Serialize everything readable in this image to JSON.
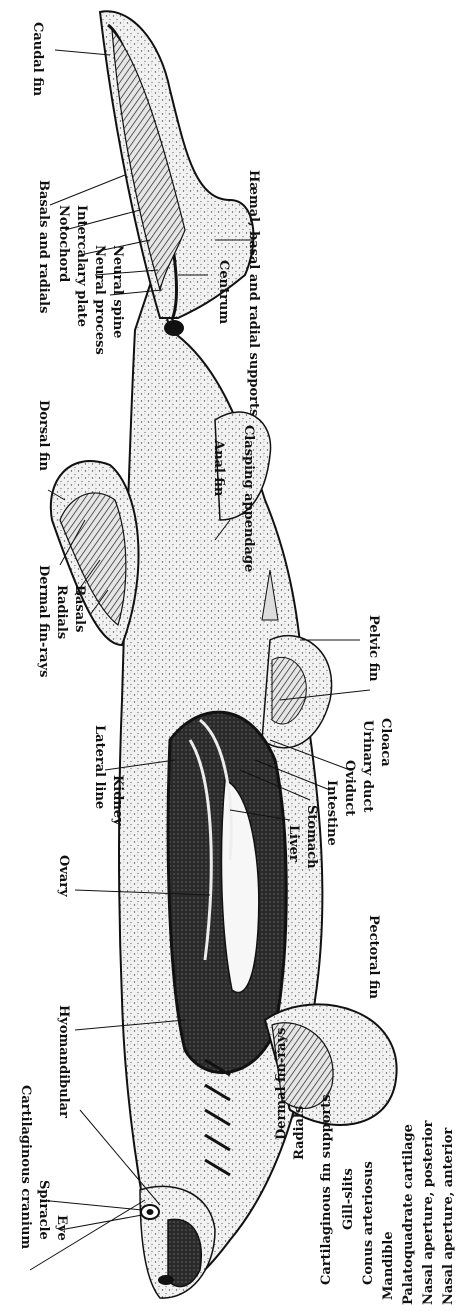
{
  "diagram": {
    "labels": {
      "caudal_fin": "Caudal fin",
      "basals_radials": "Basals and radials",
      "notochord": "Notochord",
      "intercalary_plate": "Intercalary plate",
      "neural_process": "Neural process",
      "neural_spine": "Neural spine",
      "haemal_supports": "Hæmal, basal and radial supports",
      "centrum": "Centrum",
      "dorsal_fin": "Dorsal fin",
      "anal_fin": "Anal fin",
      "clasping_appendage": "Clasping appendage",
      "dermal_fin_rays_dorsal": "Dermal fin-rays",
      "radials_dorsal": "Radials",
      "basals_dorsal": "Basals",
      "pelvic_fin": "Pelvic fin",
      "lateral_line": "Lateral line",
      "kidney": "Kidney",
      "cloaca": "Cloaca",
      "urinary_duct": "Urinary duct",
      "oviduct": "Oviduct",
      "intestine": "Intestine",
      "stomach": "Stomach",
      "liver": "Liver",
      "ovary": "Ovary",
      "pectoral_fin": "Pectoral fin",
      "hyomandibular": "Hyomandibular",
      "cartilaginous_cranium": "Cartilaginous cranium",
      "spiracle": "Spiracle",
      "eye": "Eye",
      "dermal_fin_rays_pectoral": "Dermal fin-rays",
      "radials_pectoral": "Radials",
      "cartilaginous_fin_supports": "Cartilaginous fin supports",
      "gill_slits": "Gill-slits",
      "conus_arteriosus": "Conus arteriosus",
      "mandible": "Mandible",
      "palatoquadrate_cartilage": "Palatoquadrate cartilage",
      "nasal_aperture_posterior": "Nasal aperture, posterior",
      "nasal_aperture_anterior": "Nasal aperture, anterior"
    }
  }
}
